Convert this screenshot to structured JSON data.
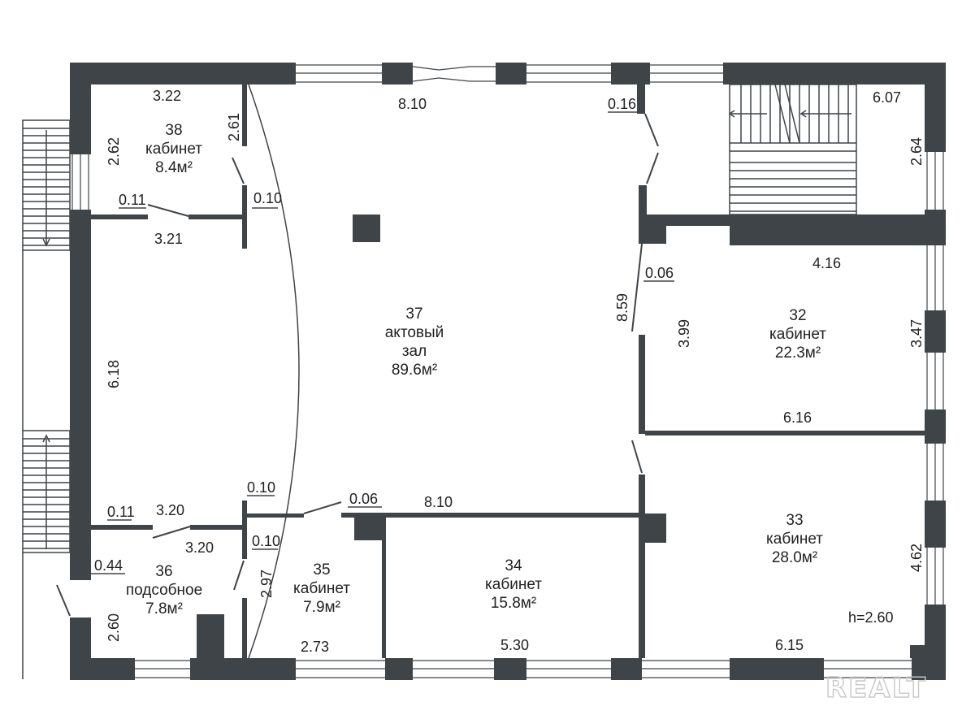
{
  "rooms": {
    "r38": {
      "number": "38",
      "name": "кабинет",
      "area": "8.4м²"
    },
    "r37": {
      "number": "37",
      "name": "актовый",
      "name2": "зал",
      "area": "89.6м²"
    },
    "r32": {
      "number": "32",
      "name": "кабинет",
      "area": "22.3м²"
    },
    "r33": {
      "number": "33",
      "name": "кабинет",
      "area": "28.0м²"
    },
    "r34": {
      "number": "34",
      "name": "кабинет",
      "area": "15.8м²"
    },
    "r35": {
      "number": "35",
      "name": "кабинет",
      "area": "7.9м²"
    },
    "r36": {
      "number": "36",
      "name": "подсобное",
      "area": "7.8м²"
    }
  },
  "dims": {
    "d_322": "3.22",
    "d_810_top": "8.10",
    "d_016": "0.16",
    "d_607": "6.07",
    "d_262": "2.62",
    "d_261": "2.61",
    "d_264": "2.64",
    "d_011_top": "0.11",
    "d_010_top": "0.10",
    "d_321": "3.21",
    "d_416": "4.16",
    "d_006_right": "0.06",
    "d_859": "8.59",
    "d_399": "3.99",
    "d_347": "3.47",
    "d_618": "6.18",
    "d_616": "6.16",
    "d_010_mid": "0.10",
    "d_006_mid": "0.06",
    "d_810_mid": "8.10",
    "d_011_bot": "0.11",
    "d_320_a": "3.20",
    "d_320_b": "3.20",
    "d_010_bot": "0.10",
    "d_044": "0.44",
    "d_297": "2.97",
    "d_462": "4.62",
    "d_260": "2.60",
    "d_273": "2.73",
    "d_530": "5.30",
    "d_615": "6.15"
  },
  "ceiling_height": "h=2.60",
  "watermark": "REALT"
}
